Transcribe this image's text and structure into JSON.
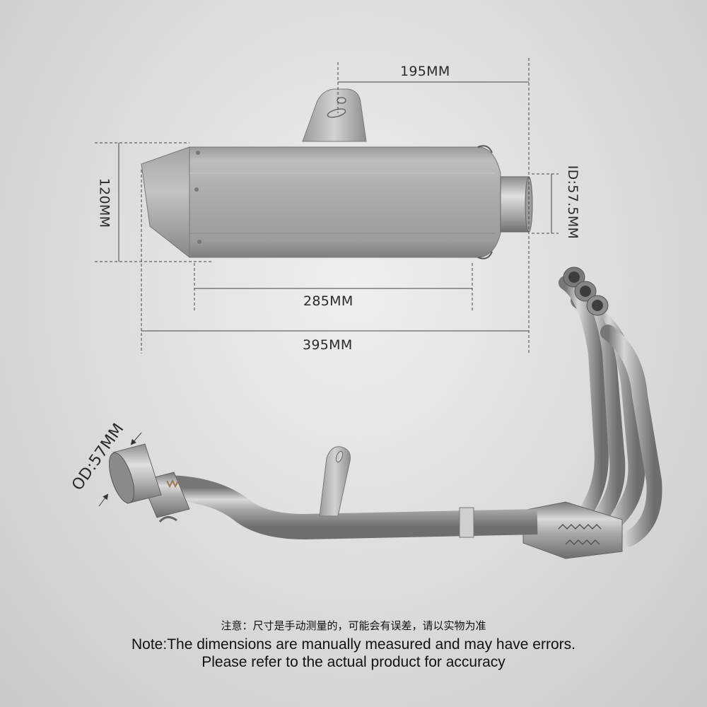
{
  "dimensions": {
    "top_width": "195MM",
    "height": "120MM",
    "inner_diameter": "ID:57.5MM",
    "body_length": "285MM",
    "total_length": "395MM",
    "outer_diameter": "OD:57MM"
  },
  "notes": {
    "chinese": "注意：尺寸是手动测量的，可能会有误差，请以实物为准",
    "english_line1": "Note:The dimensions are manually measured and may have errors.",
    "english_line2": "Please refer to the actual product for accuracy"
  },
  "colors": {
    "steel_light": "#d6d6d6",
    "steel_dark": "#8d8d8d",
    "dimension_line": "#444444"
  }
}
